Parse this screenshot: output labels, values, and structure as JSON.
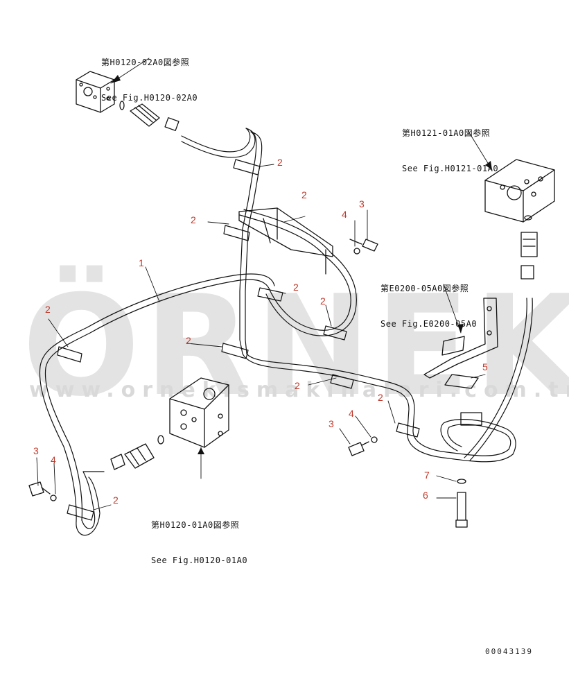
{
  "watermark": {
    "brand": "ÖRNEK",
    "url": "www.ornekismakinalari.com.tr"
  },
  "references": [
    {
      "jp": "第H0120-02A0図参照",
      "en": "See Fig.H0120-02A0"
    },
    {
      "jp": "第H0121-01A0図参照",
      "en": "See Fig.H0121-01A0"
    },
    {
      "jp": "第E0200-05A0図参照",
      "en": "See Fig.E0200-05A0"
    },
    {
      "jp": "第H0120-01A0図参照",
      "en": "See Fig.H0120-01A0"
    }
  ],
  "part_numbers": [
    "1",
    "2",
    "3",
    "4",
    "5",
    "6",
    "7"
  ],
  "drawing_code": "00043139",
  "colors": {
    "line": "#111111",
    "callout": "#c0392b",
    "watermark": "#e3e3e3"
  }
}
